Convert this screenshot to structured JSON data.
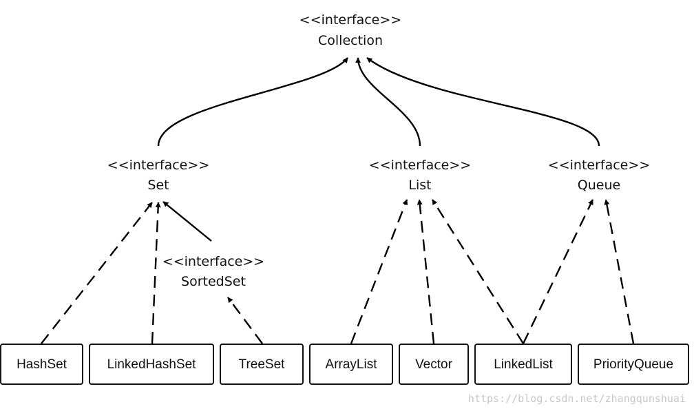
{
  "stereotype": "<<interface>>",
  "interfaces": {
    "collection": "Collection",
    "set": "Set",
    "list": "List",
    "queue": "Queue",
    "sortedset": "SortedSet"
  },
  "classes": {
    "hashset": "HashSet",
    "linkedhashset": "LinkedHashSet",
    "treeset": "TreeSet",
    "arraylist": "ArrayList",
    "vector": "Vector",
    "linkedlist": "LinkedList",
    "priorityqueue": "PriorityQueue"
  },
  "watermark": "https://blog.csdn.net/zhangqunshuai"
}
